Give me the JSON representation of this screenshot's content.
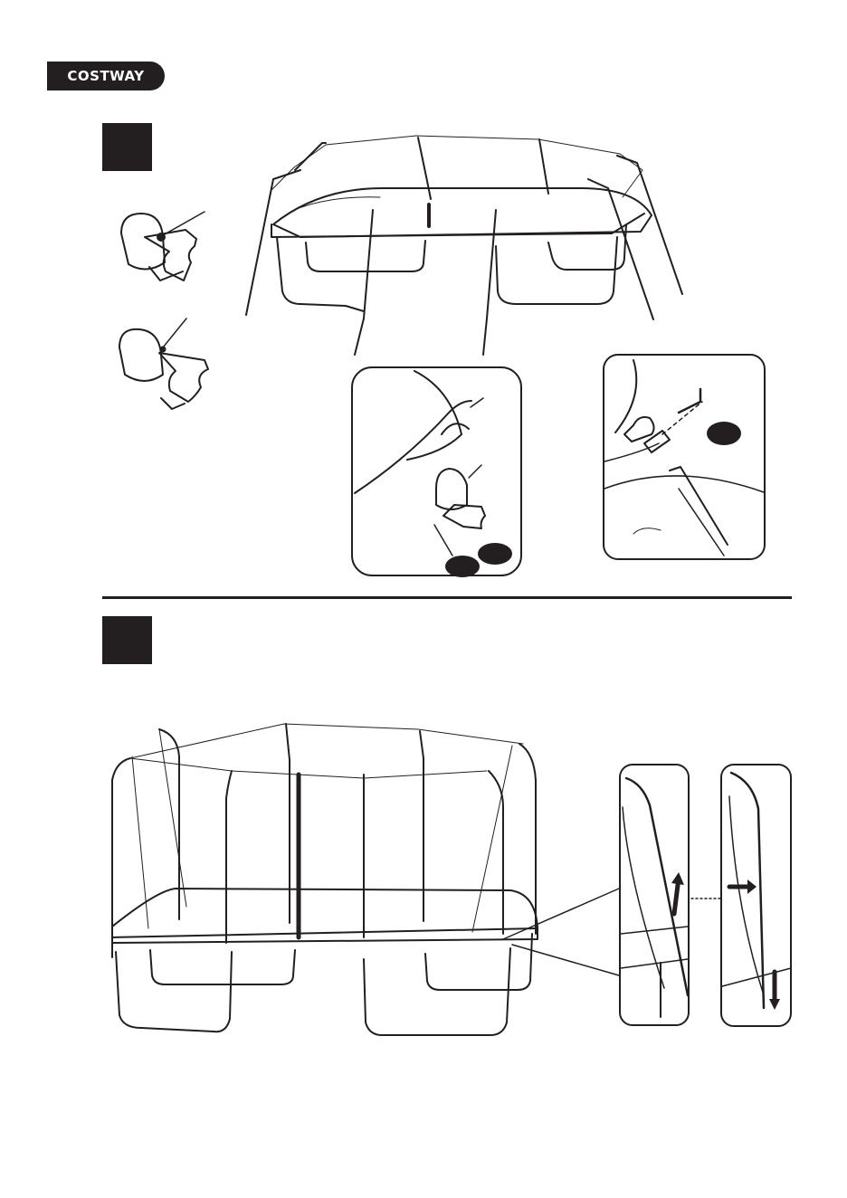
{
  "brand": {
    "logo_text": "COSTWAY",
    "logo_color": "#231f20"
  },
  "steps": [
    {
      "id": "step-a",
      "label": ""
    },
    {
      "id": "step-b",
      "label": ""
    }
  ],
  "colors": {
    "ink": "#231f20",
    "paper": "#ffffff"
  }
}
